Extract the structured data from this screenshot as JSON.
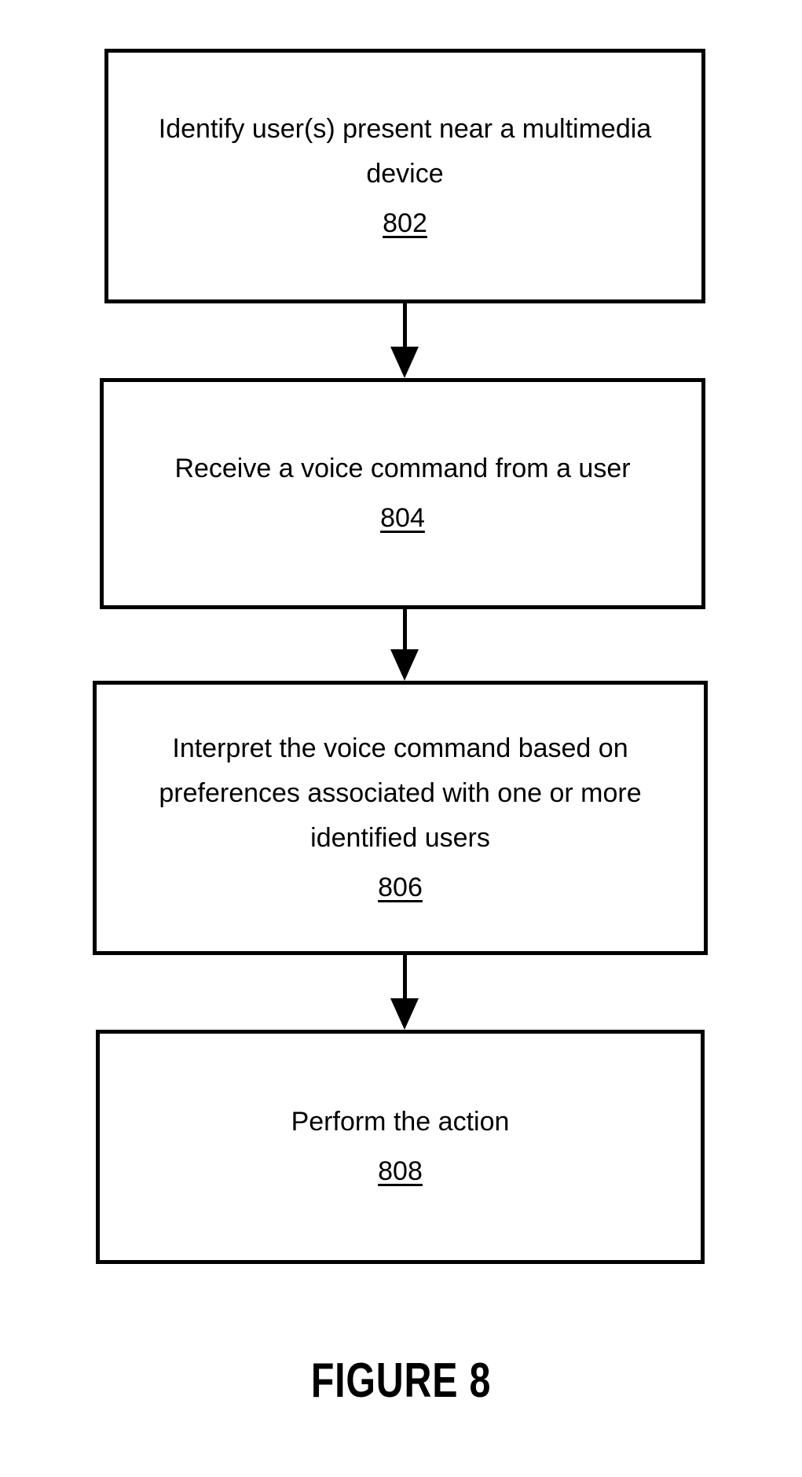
{
  "figure": {
    "caption": "FIGURE 8",
    "steps": [
      {
        "lines": [
          "Identify user(s) present near a multimedia",
          "device"
        ],
        "ref": "802"
      },
      {
        "lines": [
          "Receive a voice command from a user"
        ],
        "ref": "804"
      },
      {
        "lines": [
          "Interpret the voice command based on",
          "preferences associated with one or more",
          "identified users"
        ],
        "ref": "806"
      },
      {
        "lines": [
          "Perform the action"
        ],
        "ref": "808"
      }
    ]
  },
  "colors": {
    "ink": "#000000",
    "background": "#ffffff"
  }
}
